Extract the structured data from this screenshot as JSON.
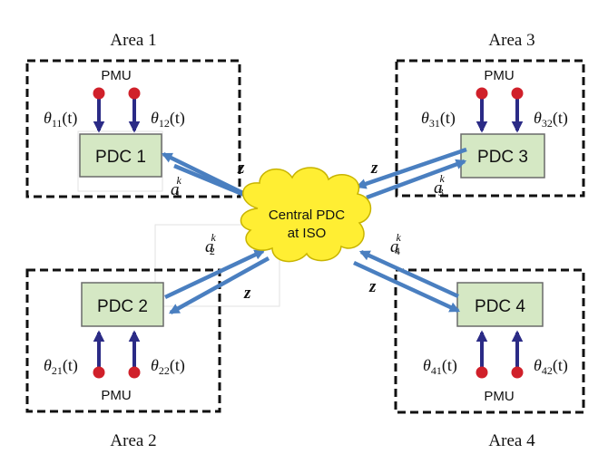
{
  "central": {
    "line1": "Central PDC",
    "line2": "at ISO"
  },
  "link_label": "z",
  "areas": [
    {
      "title": "Area 1",
      "pdc": "PDC 1",
      "pmu": "PMU",
      "theta_left": {
        "sym": "θ",
        "sub": "11",
        "t": "(t)"
      },
      "theta_right": {
        "sym": "θ",
        "sub": "12",
        "t": "(t)"
      },
      "a": {
        "sym": "a",
        "sub": "1",
        "sup": "k"
      }
    },
    {
      "title": "Area 2",
      "pdc": "PDC 2",
      "pmu": "PMU",
      "theta_left": {
        "sym": "θ",
        "sub": "21",
        "t": "(t)"
      },
      "theta_right": {
        "sym": "θ",
        "sub": "22",
        "t": "(t)"
      },
      "a": {
        "sym": "a",
        "sub": "2",
        "sup": "k"
      }
    },
    {
      "title": "Area 3",
      "pdc": "PDC 3",
      "pmu": "PMU",
      "theta_left": {
        "sym": "θ",
        "sub": "31",
        "t": "(t)"
      },
      "theta_right": {
        "sym": "θ",
        "sub": "32",
        "t": "(t)"
      },
      "a": {
        "sym": "a",
        "sub": "3",
        "sup": "k"
      }
    },
    {
      "title": "Area 4",
      "pdc": "PDC 4",
      "pmu": "PMU",
      "theta_left": {
        "sym": "θ",
        "sub": "41",
        "t": "(t)"
      },
      "theta_right": {
        "sym": "θ",
        "sub": "42",
        "t": "(t)"
      },
      "a": {
        "sym": "a",
        "sub": "4",
        "sup": "k"
      }
    }
  ],
  "colors": {
    "pdc_fill": "#d5e8c4",
    "pdc_stroke": "#6a6a6a",
    "pmu_dot": "#d0202a",
    "pmu_arrow": "#2b2b86",
    "link": "#4a7fc0",
    "cloud_fill": "#ffee33",
    "cloud_stroke": "#c8b400",
    "area_border": "#111111"
  }
}
